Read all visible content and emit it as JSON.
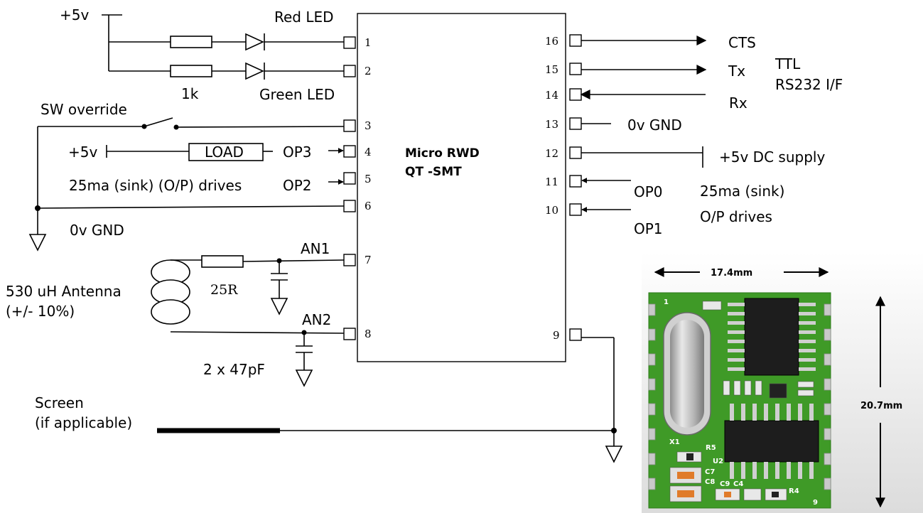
{
  "module": {
    "name_line1": "Micro RWD",
    "name_line2": "QT -SMT"
  },
  "left_labels": {
    "supply_top": "+5v",
    "red_led": "Red LED",
    "green_led": "Green LED",
    "resistor_1k": "1k",
    "sw_override": "SW override",
    "supply_load": "+5v",
    "load": "LOAD",
    "op3": "OP3",
    "op2": "OP2",
    "drive_note": "25ma (sink) (O/P) drives",
    "gnd": "0v GND",
    "an1": "AN1",
    "an2": "AN2",
    "resistor_25r": "25R",
    "antenna_line1": "530 uH Antenna",
    "antenna_line2": "(+/- 10%)",
    "capacitor": "2 x 47pF",
    "screen_line1": "Screen",
    "screen_line2": "(if applicable)"
  },
  "right_labels": {
    "cts": "CTS",
    "tx": "Tx",
    "rx": "Rx",
    "ttl": "TTL",
    "rs232": "RS232 I/F",
    "gnd": "0v GND",
    "supply": "+5v DC supply",
    "op0": "OP0",
    "op1": "OP1",
    "drive_line1": "25ma (sink)",
    "drive_line2": "O/P drives"
  },
  "pins": [
    "1",
    "2",
    "3",
    "4",
    "5",
    "6",
    "7",
    "8",
    "9",
    "10",
    "11",
    "12",
    "13",
    "14",
    "15",
    "16"
  ],
  "photo": {
    "width_label": "17.4mm",
    "height_label": "20.7mm",
    "pin1": "1",
    "pin9": "9",
    "parts": [
      "X1",
      "R5",
      "U2",
      "C7",
      "C8",
      "C9",
      "C4",
      "R4"
    ]
  }
}
